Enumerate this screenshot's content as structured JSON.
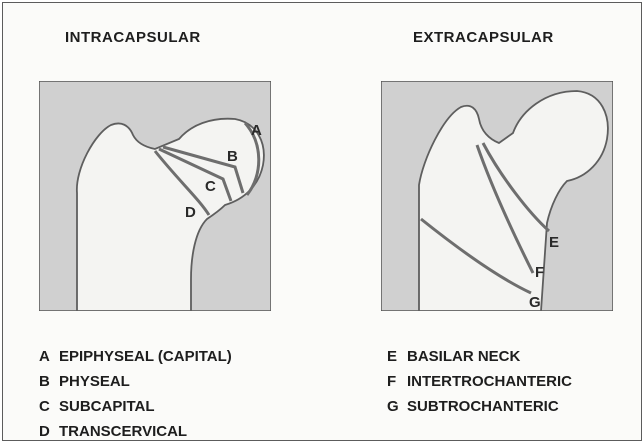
{
  "intracapsular": {
    "title": "INTRACAPSULAR",
    "fracture_labels": [
      "A",
      "B",
      "C",
      "D"
    ],
    "legend": [
      {
        "key": "A",
        "text": "EPIPHYSEAL (CAPITAL)"
      },
      {
        "key": "B",
        "text": "PHYSEAL"
      },
      {
        "key": "C",
        "text": "SUBCAPITAL"
      },
      {
        "key": "D",
        "text": "TRANSCERVICAL"
      }
    ]
  },
  "extracapsular": {
    "title": "EXTRACAPSULAR",
    "fracture_labels": [
      "E",
      "F",
      "G"
    ],
    "legend": [
      {
        "key": "E",
        "text": "BASILAR NECK"
      },
      {
        "key": "F",
        "text": "INTERTROCHANTERIC"
      },
      {
        "key": "G",
        "text": "SUBTROCHANTERIC"
      }
    ]
  },
  "colors": {
    "panel_fill": "#d0d0d0",
    "bone_fill": "#f4f4f2",
    "outline": "#5e5e5e",
    "fracture_line": "#7a7a7a",
    "text": "#1e1e1e"
  }
}
